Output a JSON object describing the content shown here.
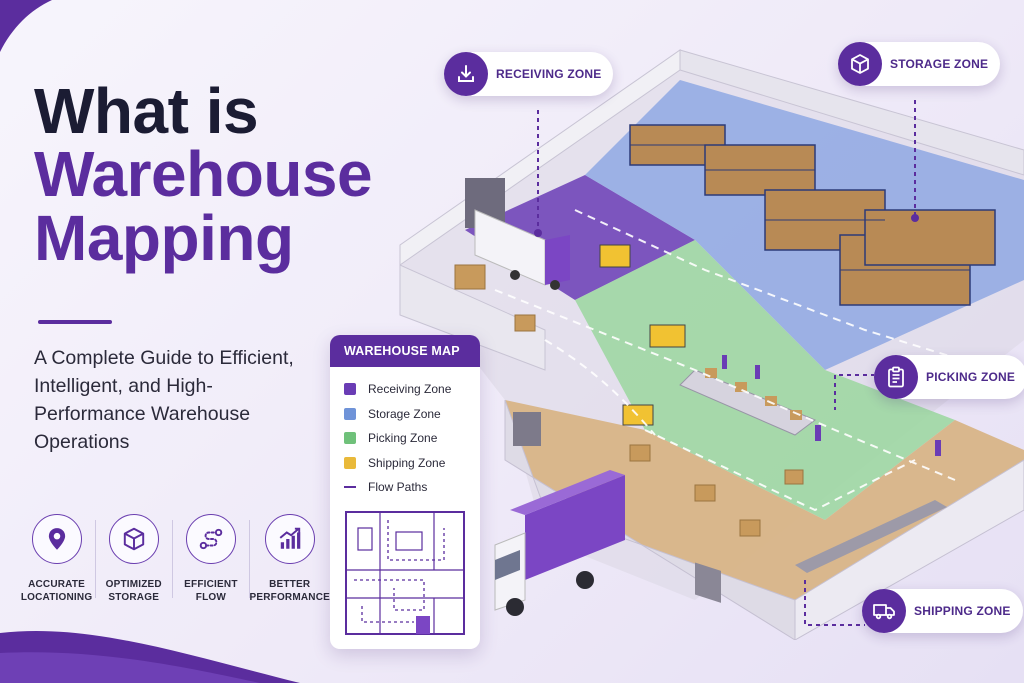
{
  "title": {
    "line1": "What is",
    "line2": "Warehouse",
    "line3": "Mapping"
  },
  "subtitle": "A Complete Guide to Efficient, Intelligent, and High-Performance Warehouse Operations",
  "features": [
    {
      "icon": "location-pin-icon",
      "label": "ACCURATE\nLOCATIONING"
    },
    {
      "icon": "box-icon",
      "label": "OPTIMIZED\nSTORAGE"
    },
    {
      "icon": "flow-path-icon",
      "label": "EFFICIENT\nFLOW"
    },
    {
      "icon": "growth-chart-icon",
      "label": "BETTER\nPERFORMANCE"
    }
  ],
  "legend": {
    "title": "WAREHOUSE MAP",
    "items": [
      {
        "label": "Receiving Zone",
        "color": "#6a3cb5"
      },
      {
        "label": "Storage Zone",
        "color": "#6f93d8"
      },
      {
        "label": "Picking Zone",
        "color": "#6fc17a"
      },
      {
        "label": "Shipping Zone",
        "color": "#e9b93a"
      },
      {
        "label": "Flow Paths",
        "color": "#5b2d9e",
        "style": "dashed"
      }
    ]
  },
  "callouts": {
    "receiving": {
      "label": "RECEIVING ZONE",
      "icon": "download-icon"
    },
    "storage": {
      "label": "STORAGE ZONE",
      "icon": "box-icon"
    },
    "picking": {
      "label": "PICKING ZONE",
      "icon": "clipboard-icon"
    },
    "shipping": {
      "label": "SHIPPING ZONE",
      "icon": "truck-icon"
    }
  },
  "colors": {
    "brand_purple": "#5b2d9e",
    "heading_dark": "#1b1c33",
    "receiving_floor": "#6a3cb5",
    "storage_floor": "#6f93d8",
    "picking_floor": "#6fc17a",
    "shipping_floor": "#c99a5b"
  }
}
